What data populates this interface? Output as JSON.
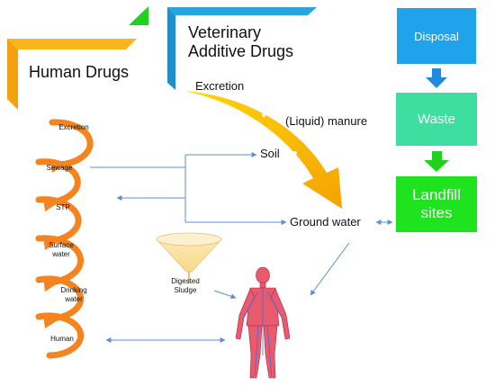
{
  "sources": {
    "human": "Human Drugs",
    "veterinary": "Veterinary Additive Drugs"
  },
  "flow_labels": {
    "excretion": "Excretion",
    "manure": "(Liquid) manure",
    "soil": "Soil",
    "ground_water": "Ground water"
  },
  "cycle_steps": [
    "Excretion",
    "Sewage",
    "STP",
    "Surface water",
    "Drinking water",
    "Human"
  ],
  "right_steps": {
    "disposal": "Disposal",
    "waste": "Waste",
    "landfill": "Landfill sites"
  },
  "sludge_label": "Digested Sludge",
  "colors": {
    "human_bracket": "#f9b51c",
    "vet_bracket": "#29a5de",
    "green_triangle": "#1fd21f",
    "cycle_arrows": "#f5841f",
    "excretion_arrow": "#f6c400",
    "disposal_box": "#1fa3ea",
    "waste_box": "#3edda0",
    "landfill_box": "#1fe31f",
    "down_arrows_blue": "#1e8be0",
    "down_arrows_green": "#22d11e",
    "connector_lines": "#5b8fd1"
  }
}
